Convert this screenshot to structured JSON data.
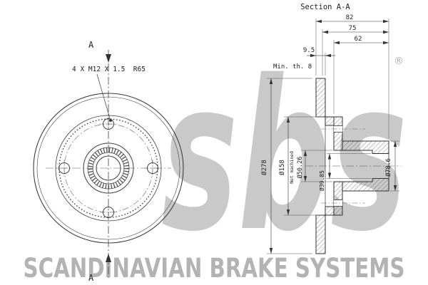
{
  "watermark": {
    "logo": "sbs",
    "registered": "®",
    "tagline": "SCANDINAVIAN BRAKE SYSTEMS"
  },
  "front_view": {
    "bolt_pattern_label": "4 X M12 X 1.5  R65",
    "section_marker_top": "A",
    "section_marker_bottom": "A"
  },
  "section_view": {
    "title": "Section A-A",
    "dimensions": {
      "overall_width": "82",
      "hub_depth": "75",
      "hub_length": "62",
      "disc_thickness": "9.5",
      "min_thickness_note": "Min. th. 8",
      "outer_diameter": "Ø278",
      "hat_diameter": "Ø158",
      "center_bore": "Ø50.26",
      "center_bore_note": "Not machined",
      "inner_step_diameter": "Ø39.85",
      "hub_diameter": "Ø78.6"
    }
  }
}
